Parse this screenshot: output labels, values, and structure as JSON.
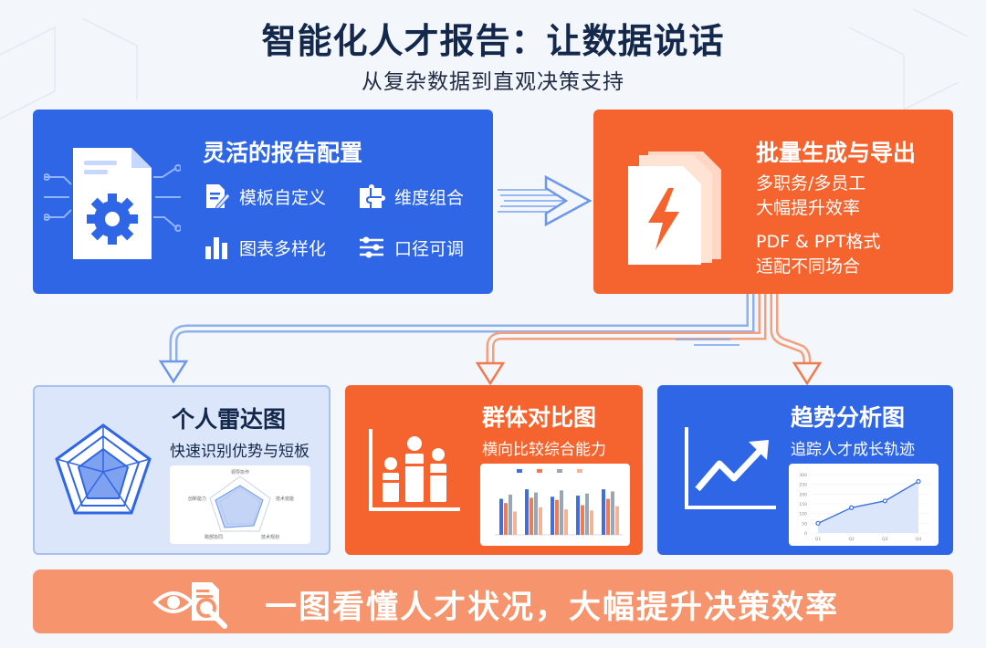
{
  "title": "智能化人才报告：让数据说话",
  "subtitle": "从复杂数据到直观决策支持",
  "config_card": {
    "title": "灵活的报告配置",
    "features": [
      "模板自定义",
      "维度组合",
      "图表多样化",
      "口径可调"
    ]
  },
  "batch_card": {
    "title": "批量生成与导出",
    "line1": "多职务/多员工",
    "line2": "大幅提升效率",
    "line3": "PDF & PPT格式",
    "line4": "适配不同场合"
  },
  "radar_card": {
    "title": "个人雷达图",
    "subtitle": "快速识别优势与短板",
    "axis_labels": [
      "领导协作",
      "技术技能",
      "技术规划",
      "跨部协同",
      "创新能力"
    ]
  },
  "group_card": {
    "title": "群体对比图",
    "subtitle": "横向比较综合能力"
  },
  "trend_card": {
    "title": "趋势分析图",
    "subtitle": "追踪人才成长轨迹"
  },
  "banner": {
    "text": "一图看懂人才状况，大幅提升决策效率"
  },
  "chart_data": [
    {
      "type": "bar",
      "categories": [
        "",
        "",
        "",
        "",
        ""
      ],
      "series": [
        {
          "values": [
            170,
            215,
            180,
            185,
            215
          ]
        },
        {
          "values": [
            150,
            175,
            165,
            140,
            170
          ]
        },
        {
          "values": [
            190,
            200,
            210,
            195,
            205
          ]
        },
        {
          "values": [
            110,
            130,
            120,
            115,
            135
          ]
        }
      ],
      "ylim": [
        0,
        250
      ]
    },
    {
      "type": "line",
      "x": [
        "Q1",
        "Q2",
        "Q3",
        "Q4"
      ],
      "series": [
        {
          "values": [
            50,
            130,
            165,
            265
          ]
        }
      ],
      "y_ticks": [
        "300",
        "250",
        "200",
        "150",
        "100",
        "50",
        "0"
      ],
      "ylim": [
        0,
        300
      ]
    }
  ],
  "colors": {
    "blue": "#2f66e6",
    "orange": "#f5642e",
    "light_blue": "#dce6fb",
    "banner": "#f6956d",
    "title": "#13284a"
  }
}
